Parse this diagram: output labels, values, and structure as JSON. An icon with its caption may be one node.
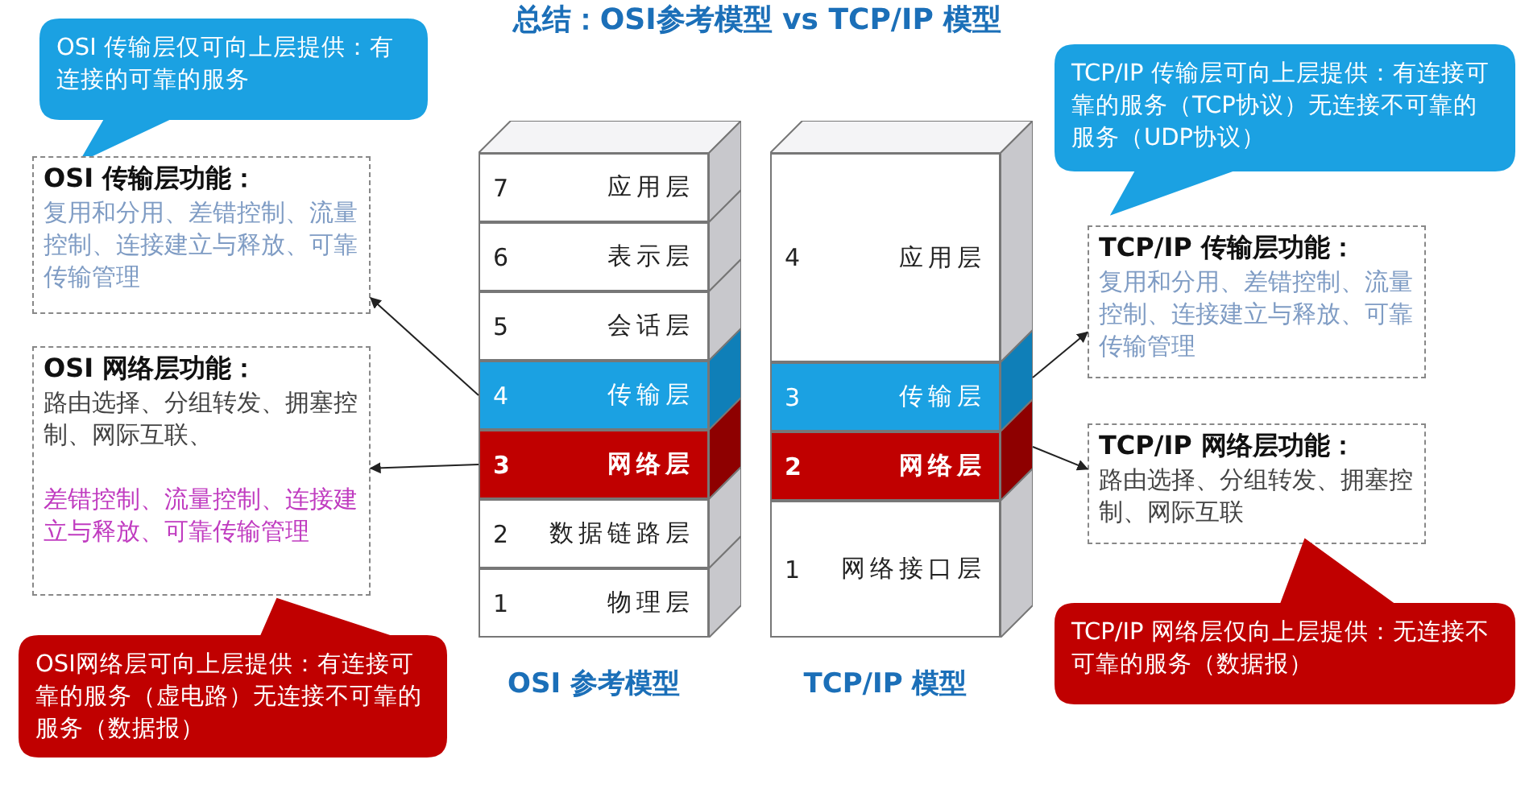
{
  "diagram": {
    "title": "总结：OSI参考模型 vs TCP/IP 模型",
    "nodes": [
      {
        "text": [
          "OSI 传输层仅可向上层提供：有连接的可靠的服务"
        ]
      },
      {
        "text": [
          "OSI 传输层功能：",
          "复用和分用、差错控制、流量控制、连接建立与释放、可靠传输管理"
        ]
      },
      {
        "text": [
          "OSI 网络层功能：",
          "路由选择、分组转发、拥塞控制、网际互联、",
          "差错控制、流量控制、连接建立与释放、可靠传输管理"
        ]
      },
      {
        "text": [
          "OSI网络层可向上层提供：有连接可靠的服务（虚电路）无连接不可靠的服务（数据报）"
        ]
      },
      {
        "text": [
          "OSI 参考模型"
        ]
      },
      {
        "text": [
          "7",
          "应用层"
        ],
        "in": 4
      },
      {
        "text": [
          "6",
          "表示层"
        ],
        "in": 4
      },
      {
        "text": [
          "5",
          "会话层"
        ],
        "in": 4
      },
      {
        "text": [
          "4",
          "传输层"
        ],
        "in": 4
      },
      {
        "text": [
          "3",
          "网络层"
        ],
        "in": 4
      },
      {
        "text": [
          "2",
          "数据链路层"
        ],
        "in": 4
      },
      {
        "text": [
          "1",
          "物理层"
        ],
        "in": 4
      },
      {
        "text": [
          "TCP/IP 模型"
        ]
      },
      {
        "text": [
          "4",
          "应用层"
        ],
        "in": 12
      },
      {
        "text": [
          "3",
          "传输层"
        ],
        "in": 12
      },
      {
        "text": [
          "2",
          "网络层"
        ],
        "in": 12
      },
      {
        "text": [
          "1",
          "网络接口层"
        ],
        "in": 12
      },
      {
        "text": [
          "TCP/IP 传输层可向上层提供：有连接可靠的服务（TCP协议）无连接不可靠的服务（UDP协议）"
        ]
      },
      {
        "text": [
          "TCP/IP 传输层功能：",
          "复用和分用、差错控制、流量控制、连接建立与释放、可靠传输管理"
        ]
      },
      {
        "text": [
          "TCP/IP 网络层功能：",
          "路由选择、分组转发、拥塞控制、网际互联"
        ]
      },
      {
        "text": [
          "TCP/IP 网络层仅向上层提供：无连接不可靠的服务（数据报）"
        ]
      }
    ],
    "edges": [
      {
        "from": 8,
        "to": 1,
        "arrow": "to"
      },
      {
        "from": 9,
        "to": 2,
        "arrow": "to"
      },
      {
        "from": 14,
        "to": 18,
        "arrow": "to"
      },
      {
        "from": 15,
        "to": 19,
        "arrow": "to"
      }
    ]
  }
}
